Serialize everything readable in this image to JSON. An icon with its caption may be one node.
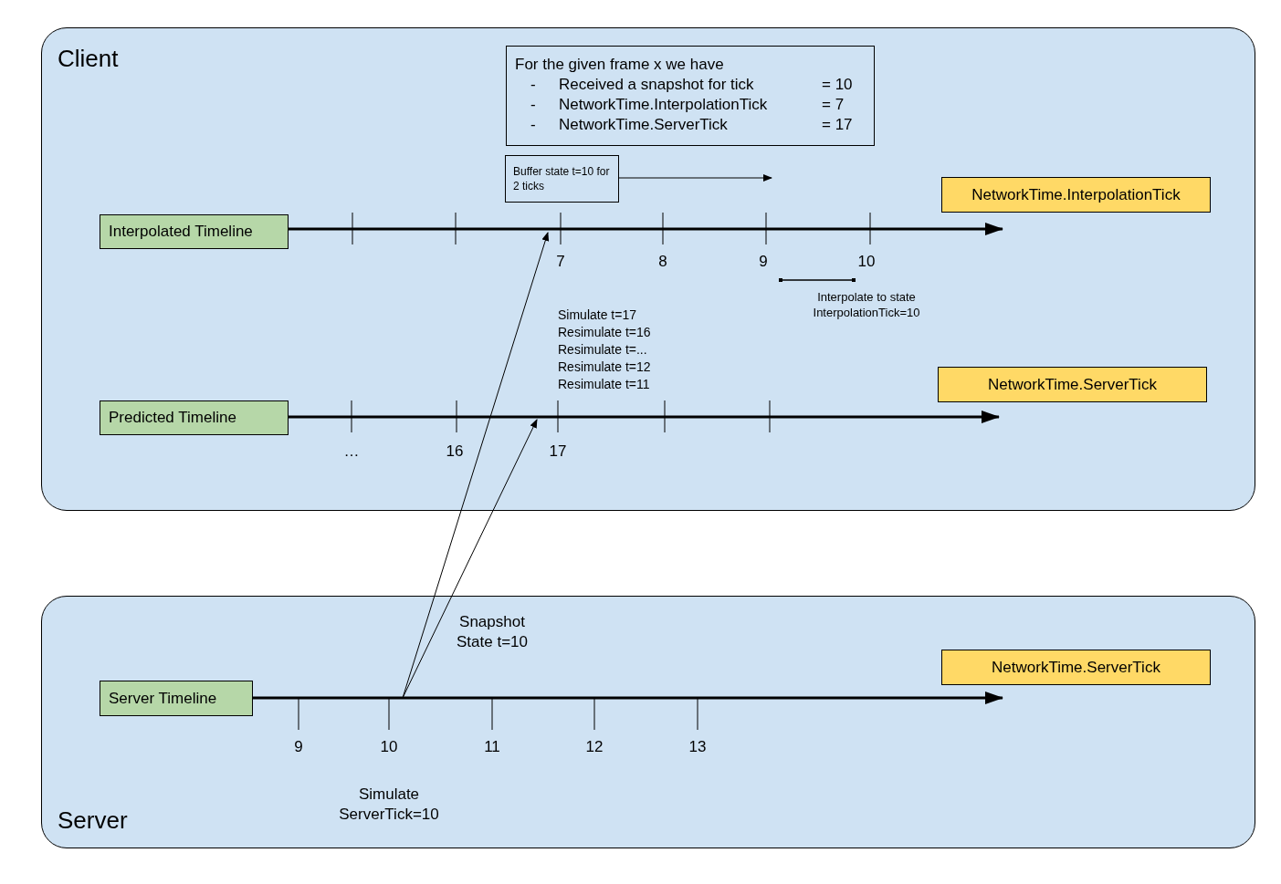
{
  "diagram": {
    "nodes": [
      {
        "text": [
          "Client"
        ]
      },
      {
        "text": [
          "For the given frame x we have",
          "-",
          "Received a snapshot for tick",
          "= 10",
          "-",
          "NetworkTime.InterpolationTick",
          "= 7",
          "-",
          "NetworkTime.ServerTick",
          "= 17"
        ],
        "in": 0
      },
      {
        "text": [
          "Buffer state t=10 for 2 ticks"
        ],
        "in": 0
      },
      {
        "text": [
          "Interpolated Timeline"
        ],
        "in": 0
      },
      {
        "text": [
          "NetworkTime.InterpolationTick"
        ],
        "in": 0
      },
      {
        "text": [
          "NetworkTime.ServerTick"
        ],
        "in": 0
      },
      {
        "text": [
          "Predicted Timeline"
        ],
        "in": 0
      },
      {
        "text": [
          "Server"
        ]
      },
      {
        "text": [
          "Server Timeline"
        ],
        "in": 7
      },
      {
        "text": [
          "NetworkTime.ServerTick"
        ],
        "in": 7
      }
    ],
    "edges": [
      {
        "from": 2,
        "to": null,
        "arrow": "to"
      },
      {
        "from": 3,
        "to": 4,
        "arrow": "to"
      },
      {
        "from": 6,
        "to": 5,
        "arrow": "to"
      },
      {
        "from": 8,
        "to": 9,
        "arrow": "to"
      }
    ],
    "labels": [
      "7",
      "8",
      "9",
      "10",
      "Interpolate to state InterpolationTick=10",
      "Simulate t=17",
      "Resimulate t=16",
      "Resimulate t=...",
      "Resimulate t=12",
      "Resimulate t=11",
      "…",
      "16",
      "17",
      "Snapshot State t=10",
      "9",
      "10",
      "11",
      "12",
      "13",
      "Simulate ServerTick=10"
    ]
  }
}
